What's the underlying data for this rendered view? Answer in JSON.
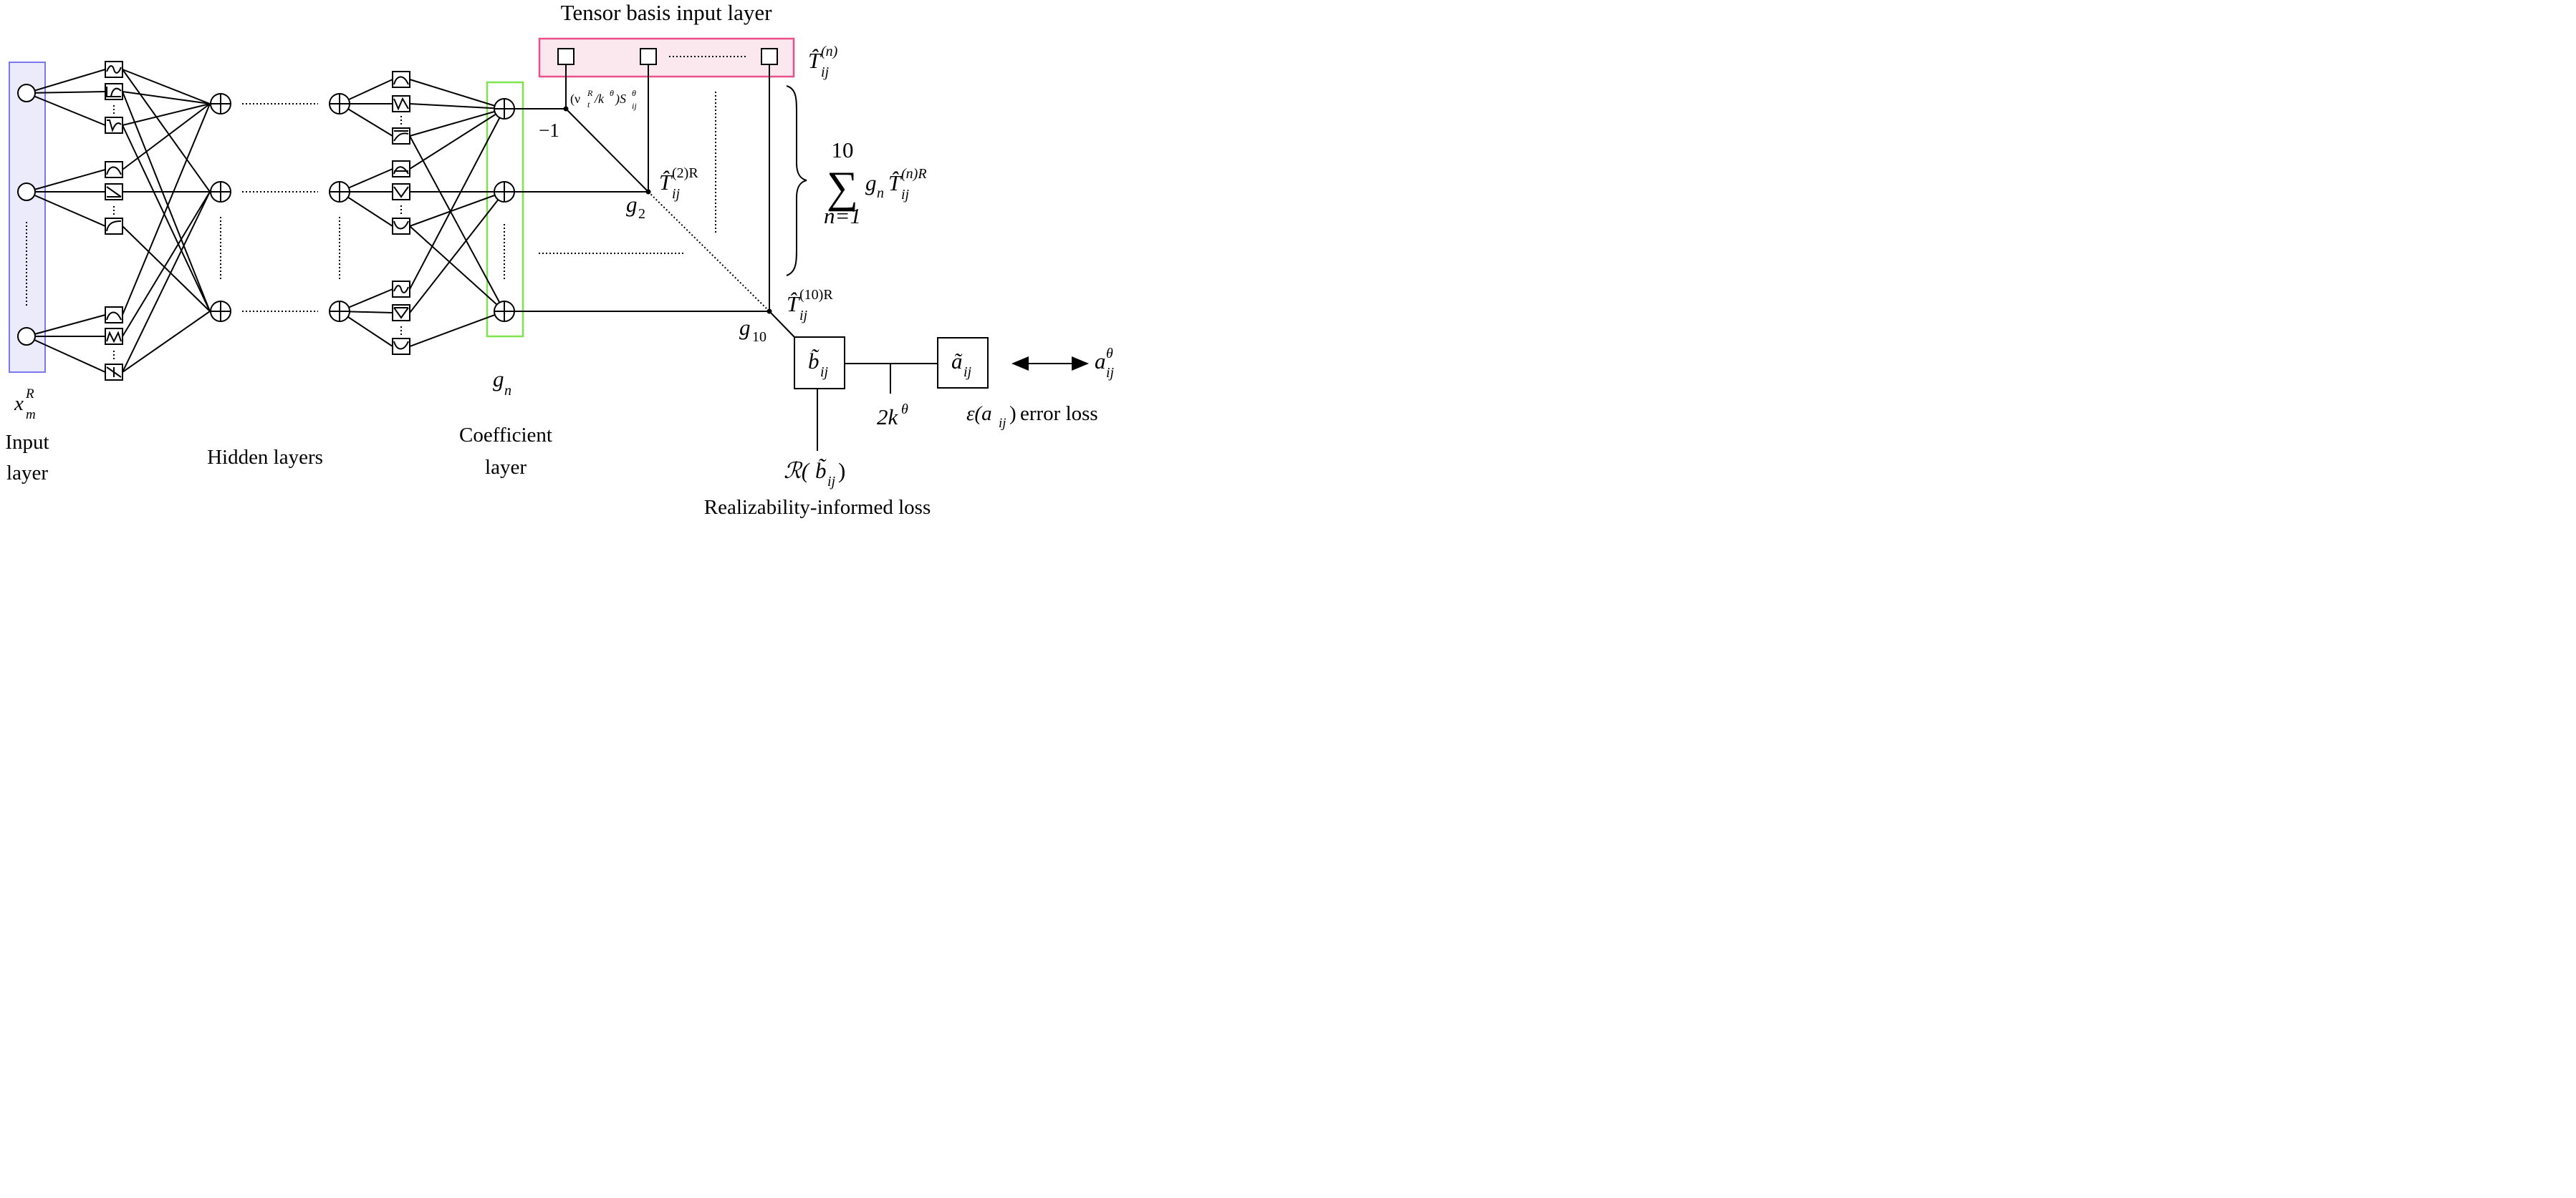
{
  "colors": {
    "input_box": "#7b78f0",
    "input_fill": "#ecebfb",
    "coef_box": "#7ee34e",
    "tensor_box": "#e8508a",
    "tensor_fill": "#fbe8ef"
  },
  "labels": {
    "tensor_basis_layer": "Tensor basis input layer",
    "input_layer_1": "Input",
    "input_layer_2": "layer",
    "hidden_layers": "Hidden layers",
    "coef_layer_1": "Coefficient",
    "coef_layer_2": "layer",
    "realizability_loss": "Realizability-informed loss",
    "error_loss": "error loss"
  },
  "math": {
    "x_m": "x",
    "x_m_sub": "m",
    "x_m_sup": "R",
    "g_n": "g",
    "g_n_sub": "n",
    "minus_one": "−1",
    "g2": "g",
    "g2_sub": "2",
    "g10": "g",
    "g10_sub": "10",
    "t_n_base": "T̂",
    "t_n_sub": "ij",
    "t_n_sup": "(n)",
    "t2_base": "T̂",
    "t2_sub": "ij",
    "t2_sup": "(2)R",
    "t10_base": "T̂",
    "t10_sub": "ij",
    "t10_sup": "(10)R",
    "s_term_nu": "(ν",
    "s_term_t": "t",
    "s_term_R": "R",
    "s_term_k": "/k",
    "s_term_theta": "θ",
    "s_term_close": ")S",
    "s_term_ij": "ij",
    "s_term_theta2": "θ",
    "sum_top": "10",
    "sum_symbol": "∑",
    "sum_bottom": "n=1",
    "sum_g": "g",
    "sum_g_sub": "n",
    "sum_t": "T̂",
    "sum_t_sub": "ij",
    "sum_t_sup": "(n)R",
    "b_tilde": "b̃",
    "b_sub": "ij",
    "a_tilde": "ã",
    "a_sub": "ij",
    "two_k": "2k",
    "two_k_sup": "θ",
    "a_theta": "a",
    "a_theta_sub": "ij",
    "a_theta_sup": "θ",
    "eps": "ε(a",
    "eps_sub": "ij",
    "eps_close": ")",
    "r_b": "ℛ(",
    "r_b_mid": "b̃",
    "r_b_sub": "ij",
    "r_b_close": ")"
  }
}
